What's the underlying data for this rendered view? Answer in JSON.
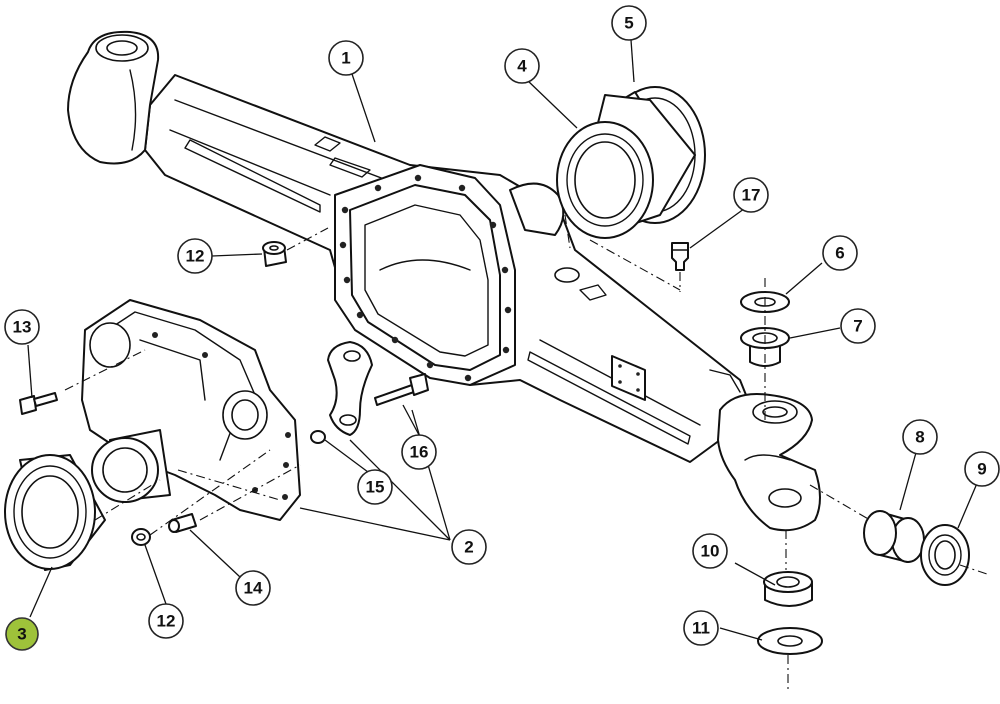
{
  "callouts": [
    {
      "id": "1",
      "label": "1"
    },
    {
      "id": "2",
      "label": "2"
    },
    {
      "id": "3",
      "label": "3",
      "highlighted": true
    },
    {
      "id": "4",
      "label": "4"
    },
    {
      "id": "5",
      "label": "5"
    },
    {
      "id": "6",
      "label": "6"
    },
    {
      "id": "7",
      "label": "7"
    },
    {
      "id": "8",
      "label": "8"
    },
    {
      "id": "9",
      "label": "9"
    },
    {
      "id": "10",
      "label": "10"
    },
    {
      "id": "11",
      "label": "11"
    },
    {
      "id": "12a",
      "label": "12"
    },
    {
      "id": "12b",
      "label": "12"
    },
    {
      "id": "13",
      "label": "13"
    },
    {
      "id": "14",
      "label": "14"
    },
    {
      "id": "15",
      "label": "15"
    },
    {
      "id": "16",
      "label": "16"
    },
    {
      "id": "17",
      "label": "17"
    }
  ],
  "colors": {
    "highlight": "#9ec23a",
    "line": "#111111",
    "background": "#ffffff"
  }
}
